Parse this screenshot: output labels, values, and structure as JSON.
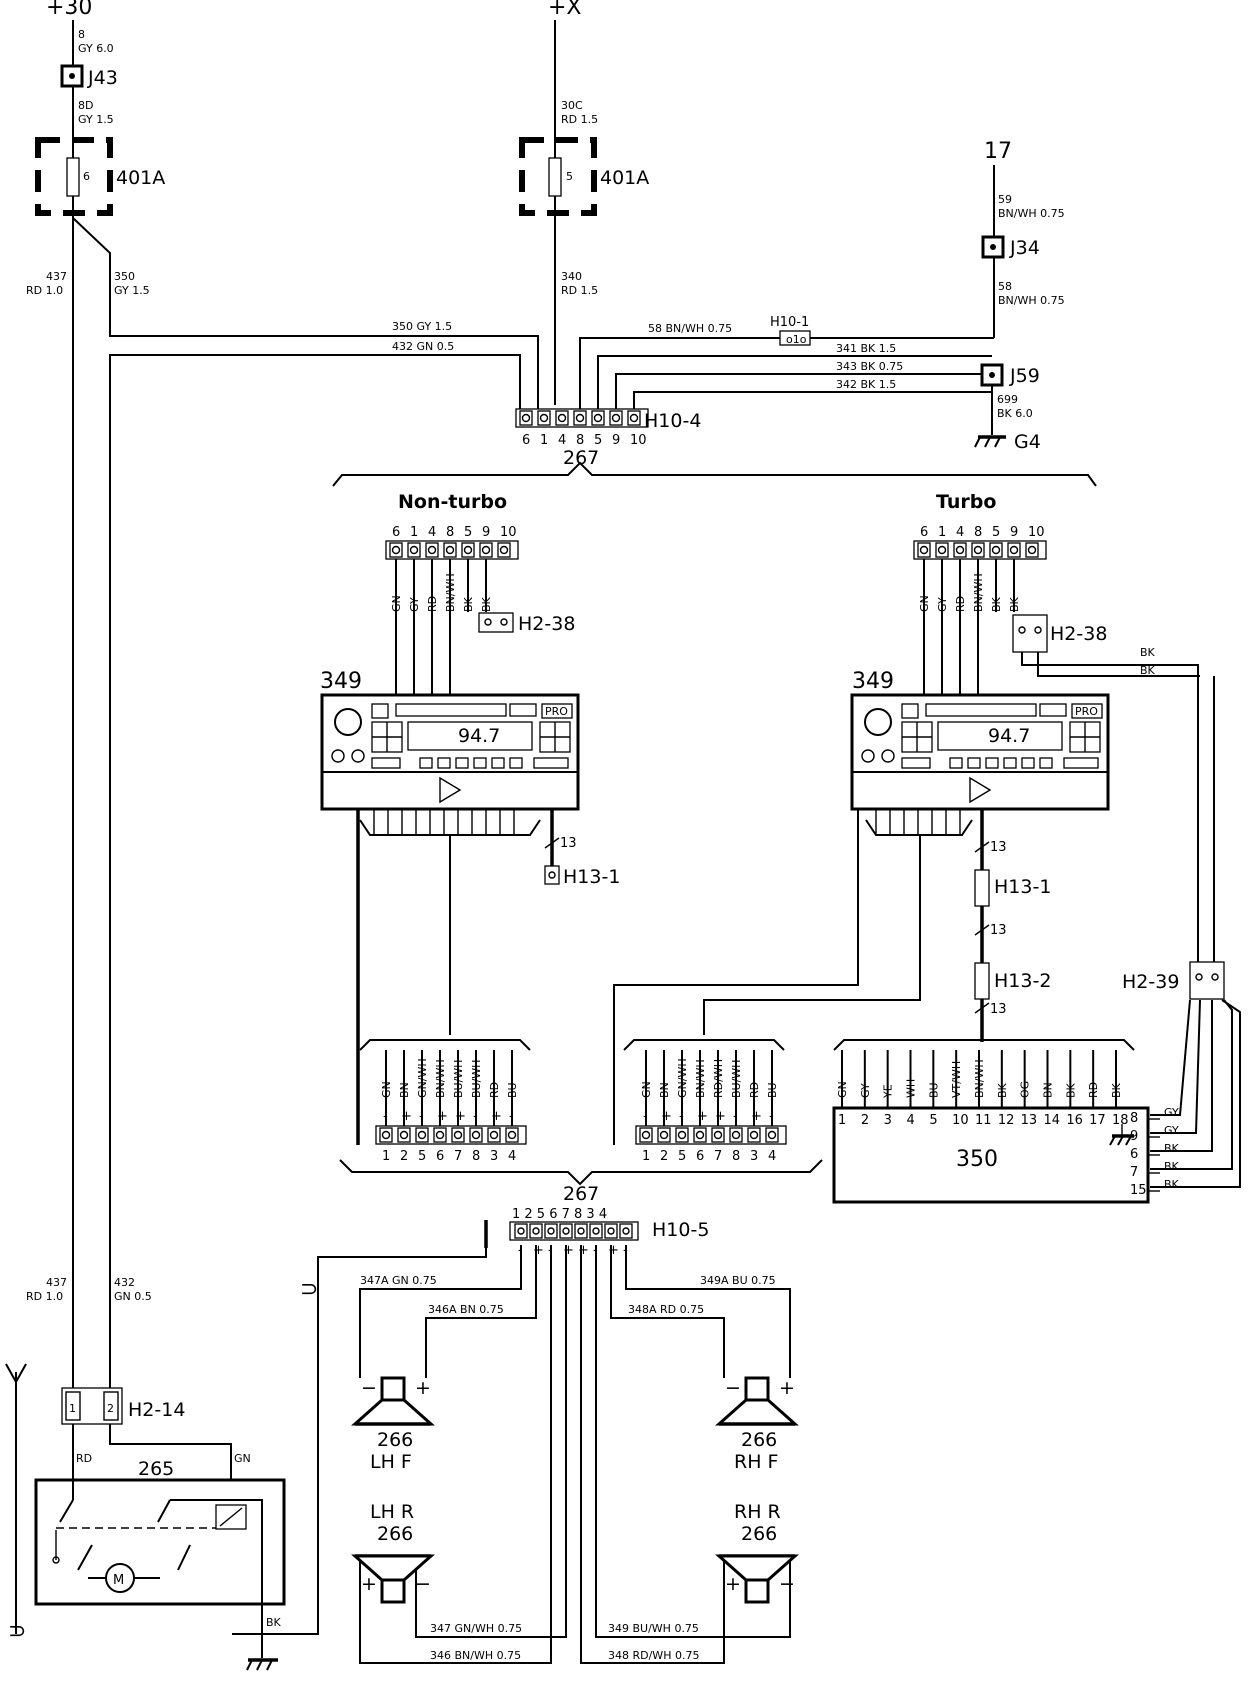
{
  "supply": {
    "plus30": "+30",
    "plusX": "+X",
    "term17": "17"
  },
  "fuses": {
    "left_name": "401A",
    "left_num": "6",
    "right_name": "401A",
    "right_num": "5"
  },
  "junctions": {
    "j43": "J43",
    "j34": "J34",
    "j59": "J59",
    "g4": "G4",
    "h10_1": "H10-1",
    "h10_4": "H10-4",
    "h10_5": "H10-5"
  },
  "wires": {
    "w8": [
      "8",
      "GY 6.0"
    ],
    "w8d": [
      "8D",
      "GY 1.5"
    ],
    "w30c": [
      "30C",
      "RD 1.5"
    ],
    "w437": [
      "437",
      "RD 1.0"
    ],
    "w350": [
      "350",
      "GY 1.5"
    ],
    "w340": [
      "340",
      "RD 1.5"
    ],
    "w59": [
      "59",
      "BN/WH 0.75"
    ],
    "w58": [
      "58",
      "BN/WH 0.75"
    ],
    "h350": "350 GY 1.5",
    "h432": "432 GN 0.5",
    "h58": "58 BN/WH 0.75",
    "h341": "341 BK 1.5",
    "h343": "343 BK 0.75",
    "h342": "342 BK 1.5",
    "w699": [
      "699",
      "BK 6.0"
    ],
    "w437b": [
      "437",
      "RD 1.0"
    ],
    "w432b": [
      "432",
      "GN 0.5"
    ]
  },
  "connector_267": "267",
  "connector_267_bottom": "267",
  "h10_4_pins": [
    "6",
    "1",
    "4",
    "8",
    "5",
    "9",
    "10"
  ],
  "h10_5_pins": [
    "1",
    "2",
    "5",
    "6",
    "7",
    "8",
    "3",
    "4"
  ],
  "h10_5_pol": [
    "-",
    "+",
    "-",
    "+",
    "+",
    "-",
    "+",
    "-"
  ],
  "nonturbo": {
    "heading": "Non-turbo",
    "pins": [
      "6",
      "1",
      "4",
      "8",
      "5",
      "9",
      "10"
    ],
    "wires": [
      "GN",
      "GY",
      "RD",
      "BN/WH",
      "BK",
      "BK"
    ],
    "h2_38": "H2-38",
    "radio": "349",
    "freq": "94.7",
    "pro": "PRO",
    "h13_1": "H13-1",
    "w13": "13",
    "spk_wires": [
      "GN",
      "BN",
      "GN/WH",
      "BN/WH",
      "BU/WH",
      "BU/WH",
      "RD",
      "BU"
    ],
    "spk_pol": [
      "-",
      "+",
      "-",
      "+",
      "+",
      "-",
      "+",
      "-"
    ],
    "spk_pins": [
      "1",
      "2",
      "5",
      "6",
      "7",
      "8",
      "3",
      "4"
    ]
  },
  "turbo": {
    "heading": "Turbo",
    "pins": [
      "6",
      "1",
      "4",
      "8",
      "5",
      "9",
      "10"
    ],
    "wires": [
      "GN",
      "GY",
      "RD",
      "BN/WH",
      "BK",
      "BK"
    ],
    "h2_38": "H2-38",
    "radio": "349",
    "freq": "94.7",
    "pro": "PRO",
    "bk": [
      "BK",
      "BK"
    ],
    "h13_1": "H13-1",
    "h13_2": "H13-2",
    "w13": [
      "13",
      "13",
      "13"
    ],
    "spk_wires": [
      "GN",
      "BN",
      "GN/WH",
      "BN/WH",
      "RD/WH",
      "BU/WH",
      "RD",
      "BU"
    ],
    "spk_pol": [
      "-",
      "+",
      "-",
      "+",
      "+",
      "-",
      "+",
      "-"
    ],
    "spk_pins": [
      "1",
      "2",
      "5",
      "6",
      "7",
      "8",
      "3",
      "4"
    ]
  },
  "amp": {
    "name": "350",
    "wires": [
      "GN",
      "GY",
      "YE",
      "WH",
      "BU",
      "VT/WH",
      "BN/WH",
      "BK",
      "OG",
      "BN",
      "BK",
      "RD",
      "BK"
    ],
    "pins": [
      "1",
      "2",
      "3",
      "4",
      "5",
      "10",
      "11",
      "12",
      "13",
      "14",
      "16",
      "17",
      "18"
    ],
    "right_pins": [
      "8",
      "9",
      "6",
      "7",
      "15"
    ],
    "right_wires": [
      "GY",
      "GY",
      "BK",
      "BK",
      "BK"
    ],
    "h2_39": "H2-39"
  },
  "speakers": {
    "lhf": {
      "num": "266",
      "pos": "LH F"
    },
    "rhf": {
      "num": "266",
      "pos": "RH F"
    },
    "lhr": {
      "num": "266",
      "pos": "LH R"
    },
    "rhr": {
      "num": "266",
      "pos": "RH R"
    },
    "w347a": "347A GN 0.75",
    "w346a": "346A BN 0.75",
    "w349a": "349A BU 0.75",
    "w348a": "348A RD 0.75",
    "w347": "347 GN/WH 0.75",
    "w346": "346 BN/WH 0.75",
    "w349": "349 BU/WH 0.75",
    "w348": "348 RD/WH 0.75"
  },
  "antenna": {
    "name": "265",
    "h2_14": "H2-14",
    "p1": "1",
    "p2": "2",
    "rd": "RD",
    "gn": "GN",
    "bk": "BK",
    "motor": "M"
  }
}
